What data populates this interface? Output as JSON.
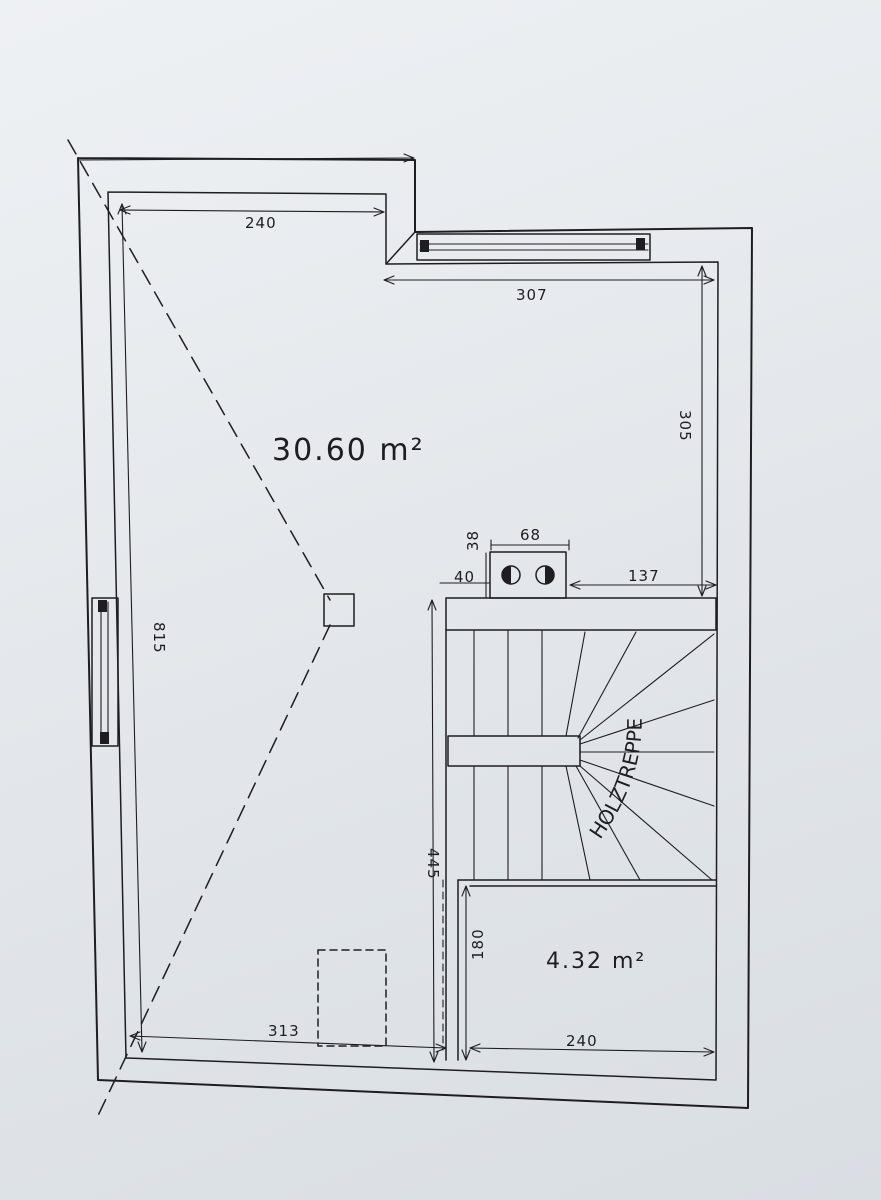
{
  "plan": {
    "dimensions": {
      "top_left_width": "240",
      "top_right_width": "307",
      "right_upper_height": "305",
      "chimney_width": "68",
      "chimney_depth": "38",
      "chimney_offset": "40",
      "chimney_to_wall": "137",
      "left_height": "815",
      "stair_wall_height": "445",
      "small_room_depth": "180",
      "bottom_left_width": "313",
      "bottom_right_width": "240"
    },
    "areas": {
      "main_room": "30.60 m²",
      "small_room": "4.32 m²"
    },
    "stair_label": "HOLZTREPPE"
  },
  "colors": {
    "ink": "#1e1e22",
    "paper": "#e8ebee"
  }
}
